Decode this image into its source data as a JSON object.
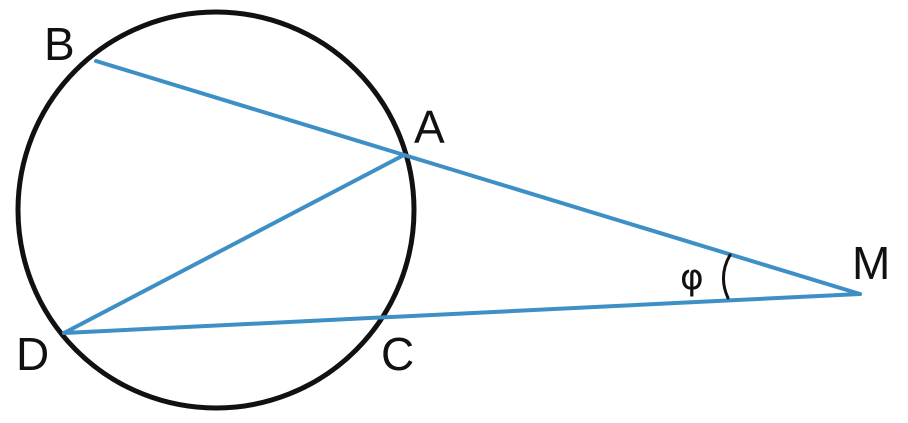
{
  "figure": {
    "points": {
      "B": "B",
      "A": "A",
      "M": "M",
      "D": "D",
      "C": "C"
    },
    "angle_label": "φ"
  },
  "colors": {
    "circle": "#111111",
    "segments": "#3d8fc6",
    "text": "#111111"
  }
}
